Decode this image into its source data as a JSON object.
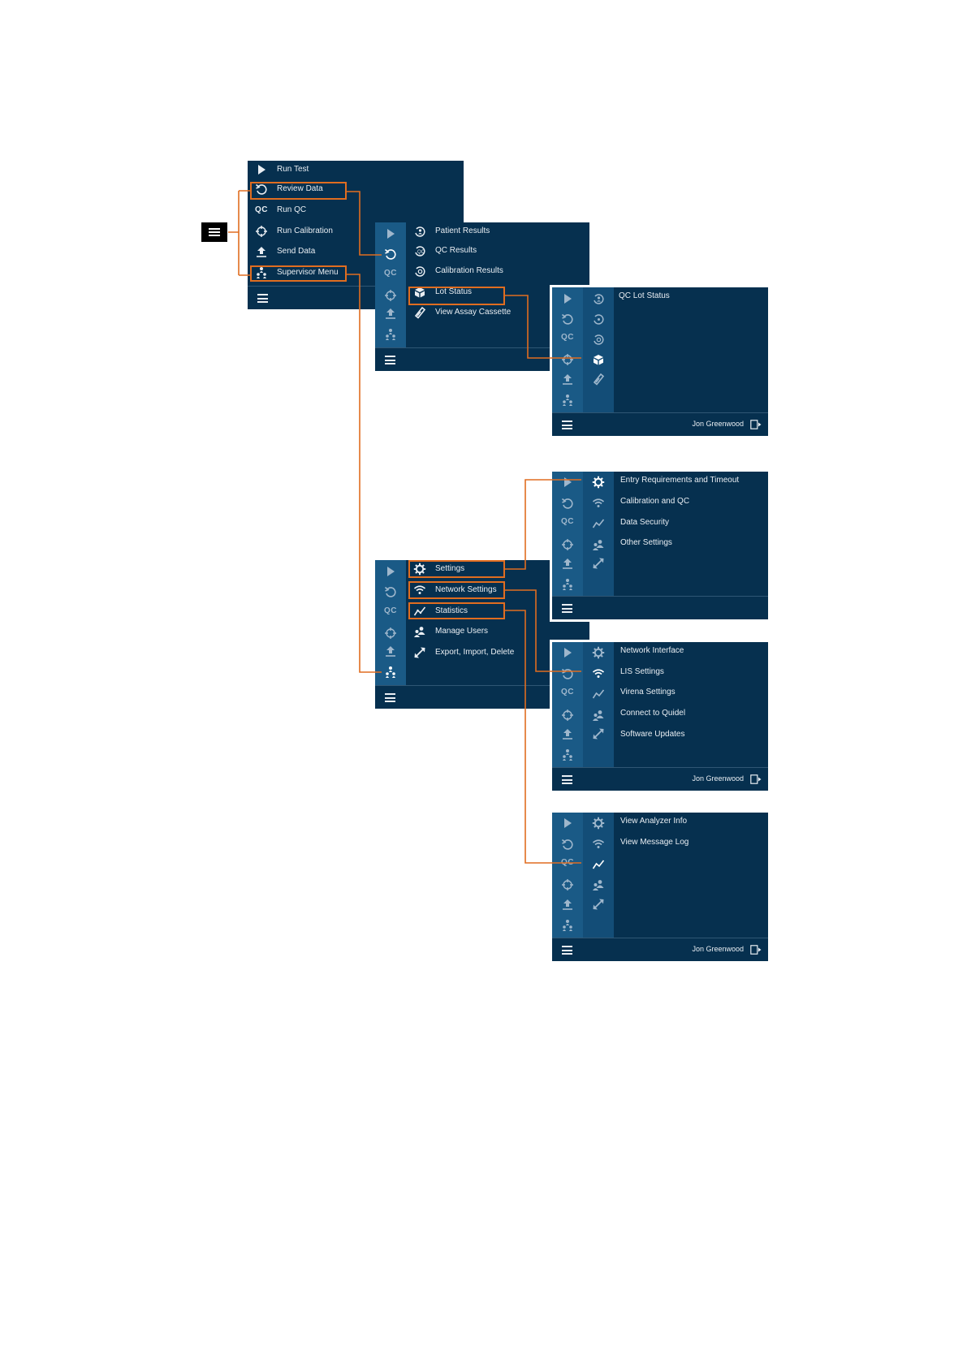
{
  "main_menu": {
    "items": [
      {
        "label": "Run Test",
        "icon": "play-icon"
      },
      {
        "label": "Review Data",
        "icon": "review-icon"
      },
      {
        "label": "Run QC",
        "icon": "qc-icon"
      },
      {
        "label": "Run Calibration",
        "icon": "crosshair-icon"
      },
      {
        "label": "Send Data",
        "icon": "upload-icon"
      },
      {
        "label": "Supervisor Menu",
        "icon": "supervisor-icon"
      }
    ]
  },
  "strip_qc_label": "QC",
  "review_menu": {
    "items": [
      {
        "label": "Patient Results",
        "icon": "patient-results-icon"
      },
      {
        "label": "QC Results",
        "icon": "qc-results-icon"
      },
      {
        "label": "Calibration Results",
        "icon": "calibration-results-icon"
      },
      {
        "label": "Lot Status",
        "icon": "lot-status-icon"
      },
      {
        "label": "View Assay Cassette",
        "icon": "cassette-icon"
      }
    ]
  },
  "lot_status_screen": {
    "items": [
      {
        "label": "QC Lot Status"
      }
    ]
  },
  "supervisor_menu": {
    "items": [
      {
        "label": "Settings",
        "icon": "gear-icon"
      },
      {
        "label": "Network Settings",
        "icon": "wifi-icon"
      },
      {
        "label": "Statistics",
        "icon": "statistics-icon"
      },
      {
        "label": "Manage Users",
        "icon": "users-icon"
      },
      {
        "label": "Export, Import, Delete",
        "icon": "export-icon"
      }
    ]
  },
  "settings_screen": {
    "items": [
      {
        "label": "Entry Requirements and Timeout"
      },
      {
        "label": "Calibration and QC"
      },
      {
        "label": "Data Security"
      },
      {
        "label": "Other Settings"
      }
    ]
  },
  "network_screen": {
    "items": [
      {
        "label": "Network Interface"
      },
      {
        "label": "LIS Settings"
      },
      {
        "label": "Virena Settings"
      },
      {
        "label": "Connect to Quidel"
      },
      {
        "label": "Software Updates"
      }
    ]
  },
  "statistics_screen": {
    "items": [
      {
        "label": "View Analyzer Info"
      },
      {
        "label": "View Message Log"
      }
    ]
  },
  "user_name": "Jon Greenwood",
  "colors": {
    "panel": "#06304f",
    "strip": "#1a5a86",
    "highlight": "#e06d20"
  }
}
